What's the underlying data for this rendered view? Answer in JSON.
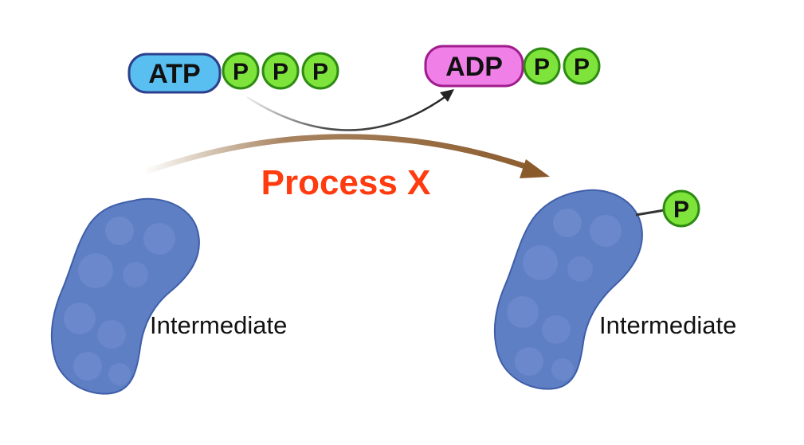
{
  "reactant": {
    "label": "ATP",
    "phosphates": [
      "P",
      "P",
      "P"
    ]
  },
  "product": {
    "label": "ADP",
    "phosphates": [
      "P",
      "P"
    ]
  },
  "process": {
    "label": "Process X"
  },
  "left_protein": {
    "label": "Intermediate"
  },
  "right_protein": {
    "label": "Intermediate",
    "phosphate": "P"
  },
  "colors": {
    "atp_fill": "#58bff0",
    "atp_stroke": "#2c3f8c",
    "adp_fill": "#f080e8",
    "adp_stroke": "#a01c8c",
    "phosphate_fill": "#7ee33a",
    "phosphate_stroke": "#2e8b12",
    "process_text": "#ff3b0f",
    "big_arrow": "#8a5a2b",
    "small_arrow": "#222222",
    "protein_fill": "#5f7fc4",
    "protein_stroke": "#3f5ea8"
  }
}
